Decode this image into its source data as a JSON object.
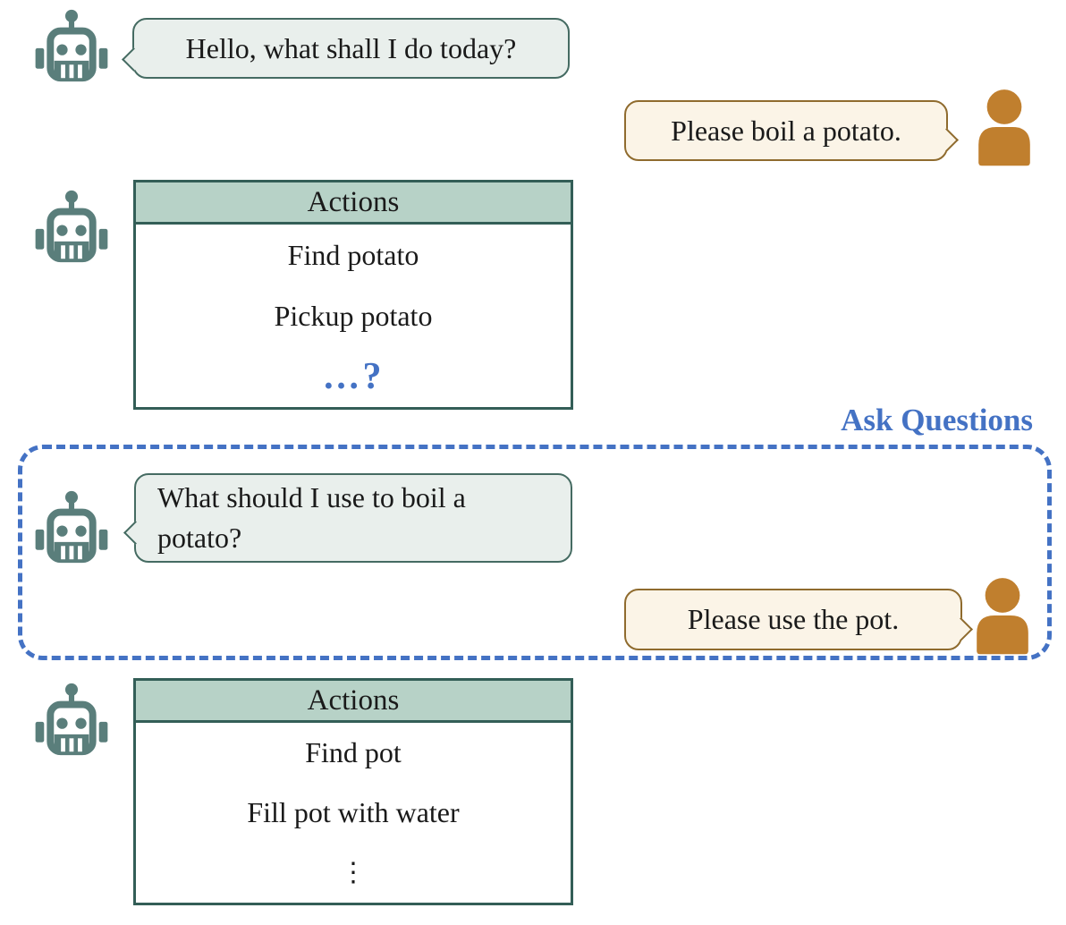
{
  "palette": {
    "robot_color": "#5a7e7b",
    "human_color": "#c07f2e",
    "robot_bubble_fill": "#e9efec",
    "robot_bubble_border": "#456b62",
    "human_bubble_fill": "#fbf4e7",
    "human_bubble_border": "#8f6b2e",
    "table_border": "#335e57",
    "table_header_fill": "#b7d2c7",
    "accent_blue": "#4472c4"
  },
  "conversation": {
    "robot_greeting": "Hello, what shall I do today?",
    "user_request": "Please boil a potato.",
    "robot_question": "What should I use to boil a potato?",
    "user_answer": "Please use the pot."
  },
  "actions_table_1": {
    "header": "Actions",
    "rows": [
      "Find potato",
      "Pickup potato"
    ],
    "ellipsis": "…?"
  },
  "actions_table_2": {
    "header": "Actions",
    "rows": [
      "Find pot",
      "Fill pot with water"
    ],
    "ellipsis": "⋮"
  },
  "ask_questions_label": "Ask Questions"
}
